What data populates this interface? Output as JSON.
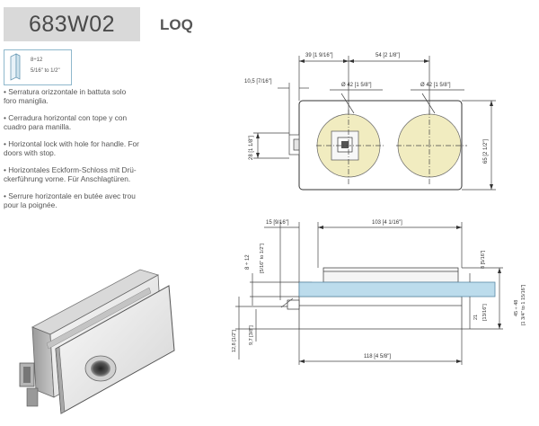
{
  "header": {
    "code": "683W02",
    "name": "LOQ"
  },
  "thickness": {
    "line1": "8÷12",
    "line2": "5/16\" to 1/2\""
  },
  "descriptions": [
    "• Serratura orizzontale in battuta solo",
    "foro maniglia.",
    "• Cerradura horizontal con tope y con",
    "cuadro para manilla.",
    "• Horizontal lock with hole for handle. For",
    "doors with stop.",
    "• Horizontales Eckform-Schloss mit Drü-",
    "ckerführung vorne. Für Anschlagtüren.",
    "• Serrure horizontale en butée avec trou",
    "pour la poignée."
  ],
  "top_view": {
    "dim_39": "39 [1 9/16\"]",
    "dim_54": "54 [2 1/8\"]",
    "dim_10_5": "10,5 [7/16\"]",
    "dim_d42_left": "Ø 42 [1 5/8\"]",
    "dim_d42_right": "Ø 42 [1 5/8\"]",
    "dim_28": "28 [1 1/8\"]",
    "dim_65": "65 [2 1/2\"]"
  },
  "side_view": {
    "dim_15": "15 [9/16\"]",
    "dim_103": "103 [4 1/16\"]",
    "dim_8_12": "8 ÷ 12",
    "dim_8_12_in": "[5/16\" to 1/2\"]",
    "dim_8": "8 [5/16\"]",
    "dim_45_48": "45 ÷ 48",
    "dim_45_48_in": "[1 3/4\" to 1 15/16\"]",
    "dim_21": "21",
    "dim_21_in": "[13/16\"]",
    "dim_12_8": "12,8 [1/2\"]",
    "dim_9_7": "9,7 [3/8\"]",
    "dim_118": "118 [4 5/8\"]"
  },
  "colors": {
    "knob": "#f1ecc0",
    "glass": "#bcdcec",
    "header_bg": "#d9d9d9"
  }
}
